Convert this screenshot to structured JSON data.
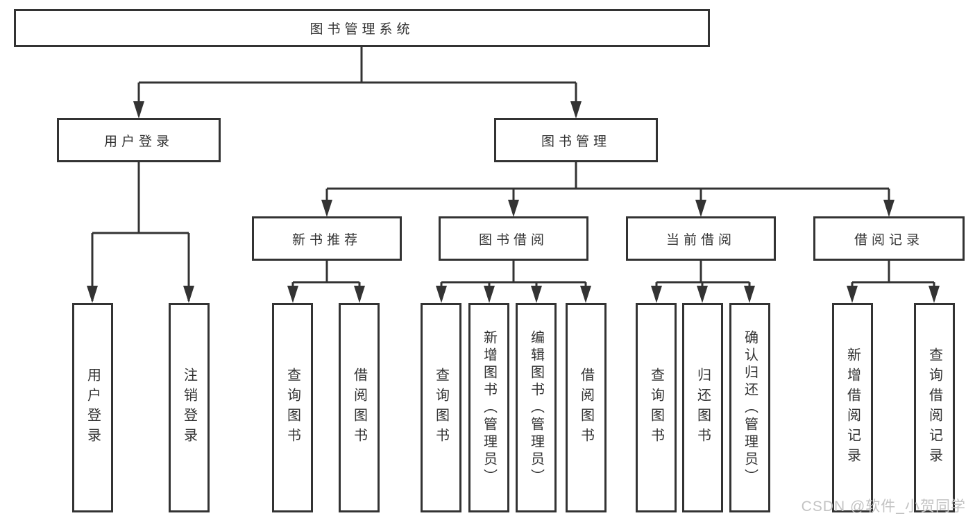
{
  "diagram": {
    "root": "图书管理系统",
    "children": [
      {
        "label": "用户登录",
        "leaves": [
          "用户登录",
          "注销登录"
        ]
      },
      {
        "label": "图书管理",
        "children": [
          {
            "label": "新书推荐",
            "leaves": [
              "查询图书",
              "借阅图书"
            ]
          },
          {
            "label": "图书借阅",
            "leaves": [
              "查询图书",
              "新增图书（管理员）",
              "编辑图书（管理员）",
              "借阅图书"
            ]
          },
          {
            "label": "当前借阅",
            "leaves": [
              "查询图书",
              "归还图书",
              "确认归还（管理员）"
            ]
          },
          {
            "label": "借阅记录",
            "leaves": [
              "新增借阅记录",
              "查询借阅记录"
            ]
          }
        ]
      }
    ]
  },
  "watermark": {
    "text": "CSDN @软件_小贺同学"
  },
  "colors": {
    "line": "#333333",
    "box_border": "#333333",
    "text": "#333333",
    "background": "#ffffff",
    "watermark": "#c3c3c3"
  }
}
